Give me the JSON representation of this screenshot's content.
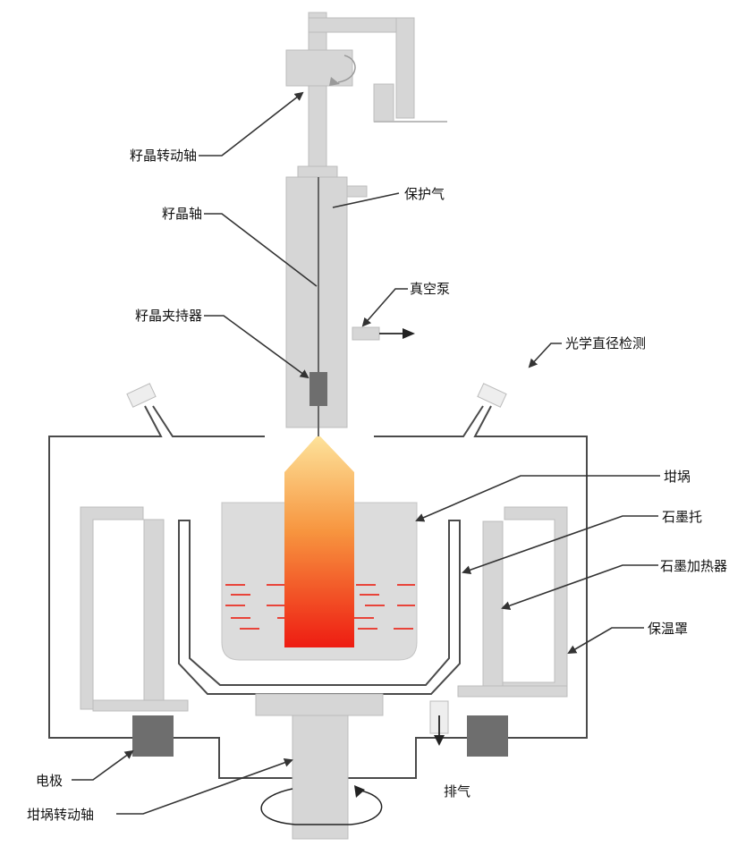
{
  "labels": {
    "seed_rotation_shaft": "籽晶转动轴",
    "seed_shaft": "籽晶轴",
    "protective_gas": "保护气",
    "vacuum_pump": "真空泵",
    "seed_holder": "籽晶夹持器",
    "optical_diameter_detection": "光学直径检测",
    "crucible": "坩埚",
    "graphite_support": "石墨托",
    "graphite_heater": "石墨加热器",
    "insulation_cover": "保温罩",
    "electrode": "电极",
    "exhaust": "排气",
    "crucible_rotation_shaft": "坩埚转动轴"
  },
  "colors": {
    "component_gray": "#d6d6d6",
    "electrode_dark": "#6e6e6e",
    "outline": "#4a4a4a",
    "crystal_top": "#fde29a",
    "crystal_bottom": "#ee1c12",
    "melt_dash": "#e8443a"
  },
  "icons": [
    "rotation-arrow-icon",
    "arrow-right-icon",
    "arrow-down-icon"
  ]
}
